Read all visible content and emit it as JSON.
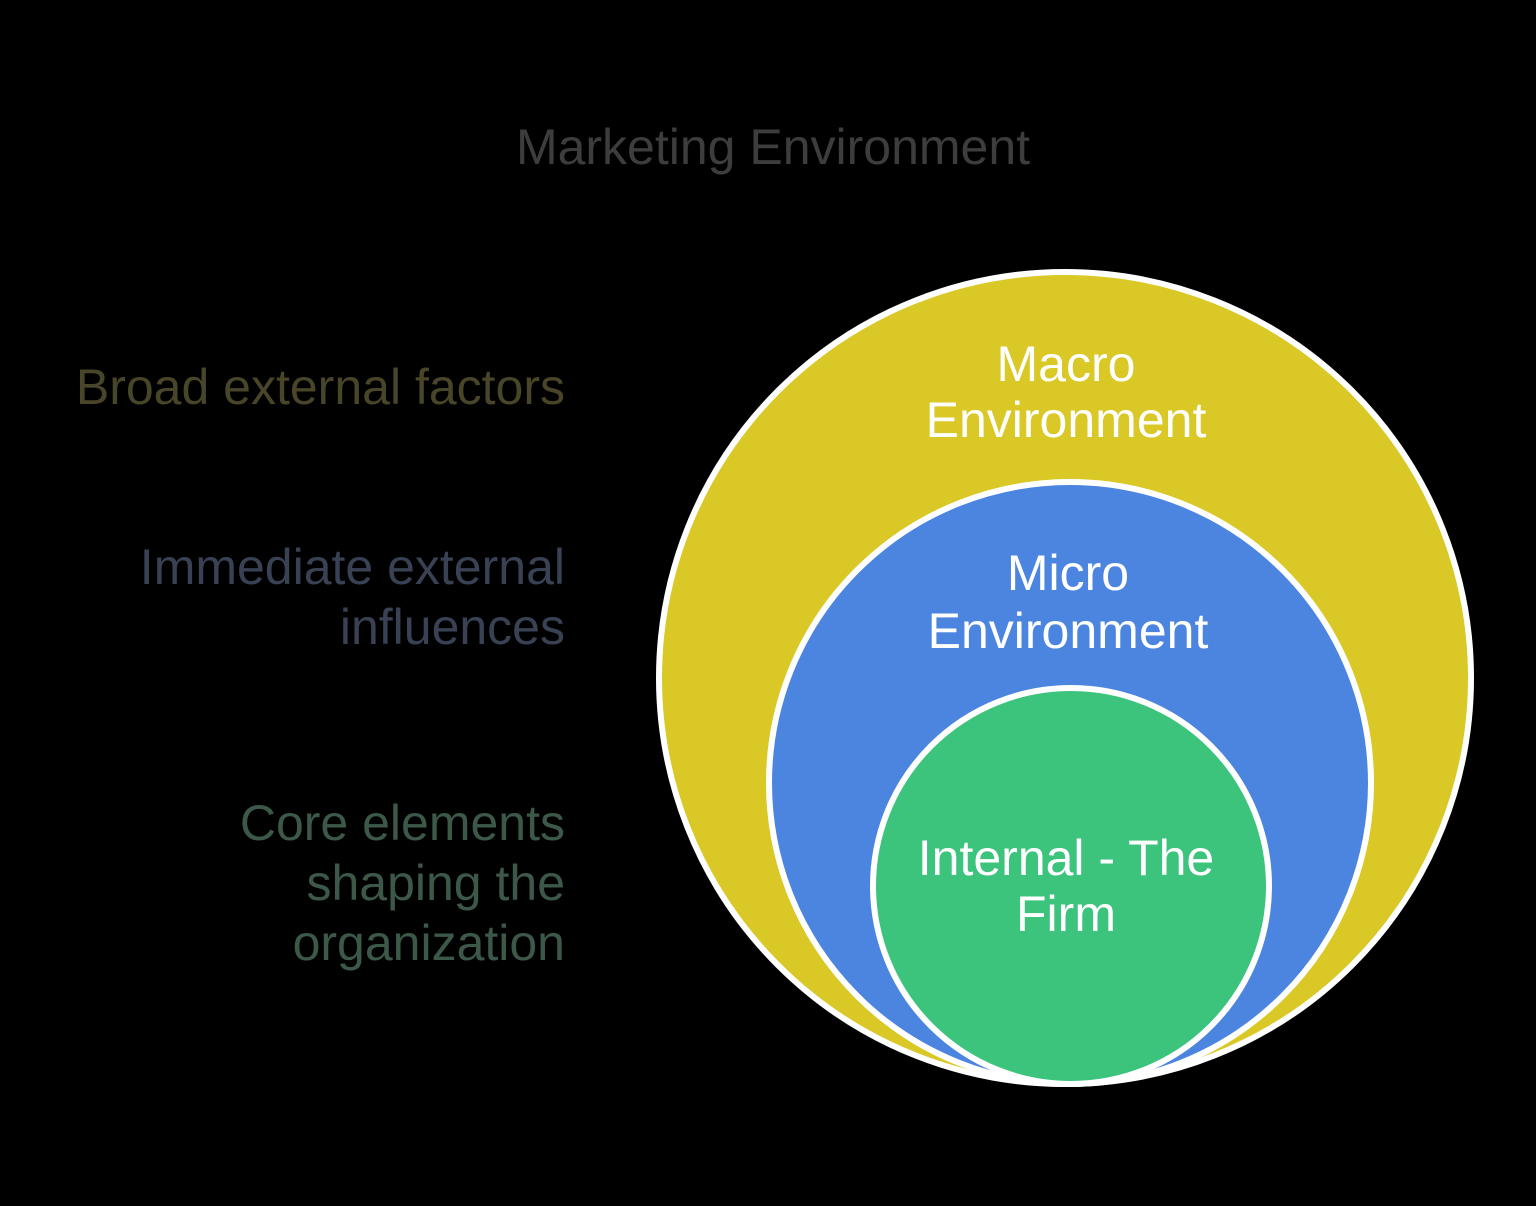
{
  "page": {
    "background_color": "#000000"
  },
  "title": {
    "text": "Marketing Environment",
    "color": "#3d3d3d"
  },
  "side_labels": [
    {
      "for_ring": "macro",
      "lines": [
        "Broad external factors"
      ],
      "color": "#484528"
    },
    {
      "for_ring": "micro",
      "lines": [
        "Immediate external",
        "influences"
      ],
      "color": "#384254"
    },
    {
      "for_ring": "internal",
      "lines": [
        "Core elements",
        "shaping the",
        "organization"
      ],
      "color": "#3c5849"
    }
  ],
  "diagram": {
    "type": "nested-circles",
    "outline_color": "#ffffff",
    "rings": [
      {
        "name": "macro",
        "label": "Macro Environment",
        "lines": [
          "Macro",
          "Environment"
        ],
        "fill": "#d9c825",
        "text_color": "#ffffff"
      },
      {
        "name": "micro",
        "label": "Micro Environment",
        "lines": [
          "Micro",
          "Environment"
        ],
        "fill": "#4b85e0",
        "text_color": "#ffffff"
      },
      {
        "name": "internal",
        "label": "Internal - The Firm",
        "lines": [
          "Internal - The",
          "Firm"
        ],
        "fill": "#3cc47d",
        "text_color": "#ffffff"
      }
    ]
  }
}
